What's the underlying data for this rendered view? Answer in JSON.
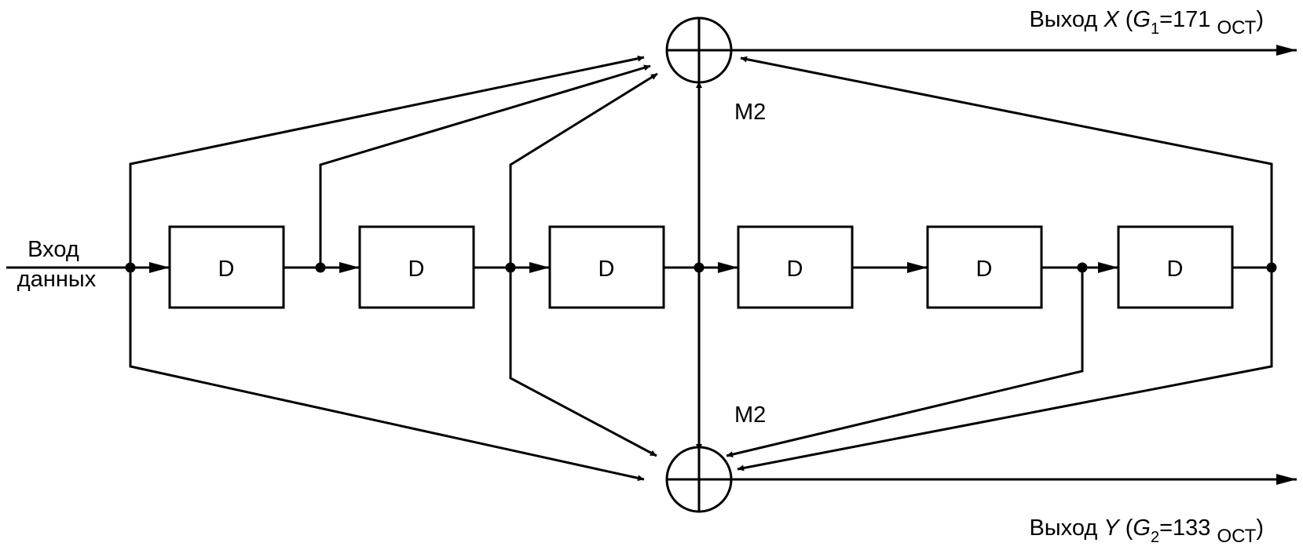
{
  "input_label": {
    "line1": "Вход",
    "line2": "данных"
  },
  "delay_label": "D",
  "modulo_label": "M2",
  "outputs": {
    "x": {
      "prefix": "Выход ",
      "var": "X",
      "open": " (",
      "gvar": "G",
      "sub": "1",
      "eq": "=171 ",
      "base": "ОСТ",
      "close": ")"
    },
    "y": {
      "prefix": "Выход ",
      "var": "Y",
      "open": " (",
      "gvar": "G",
      "sub": "2",
      "eq": "=133 ",
      "base": "ОСТ",
      "close": ")"
    }
  }
}
